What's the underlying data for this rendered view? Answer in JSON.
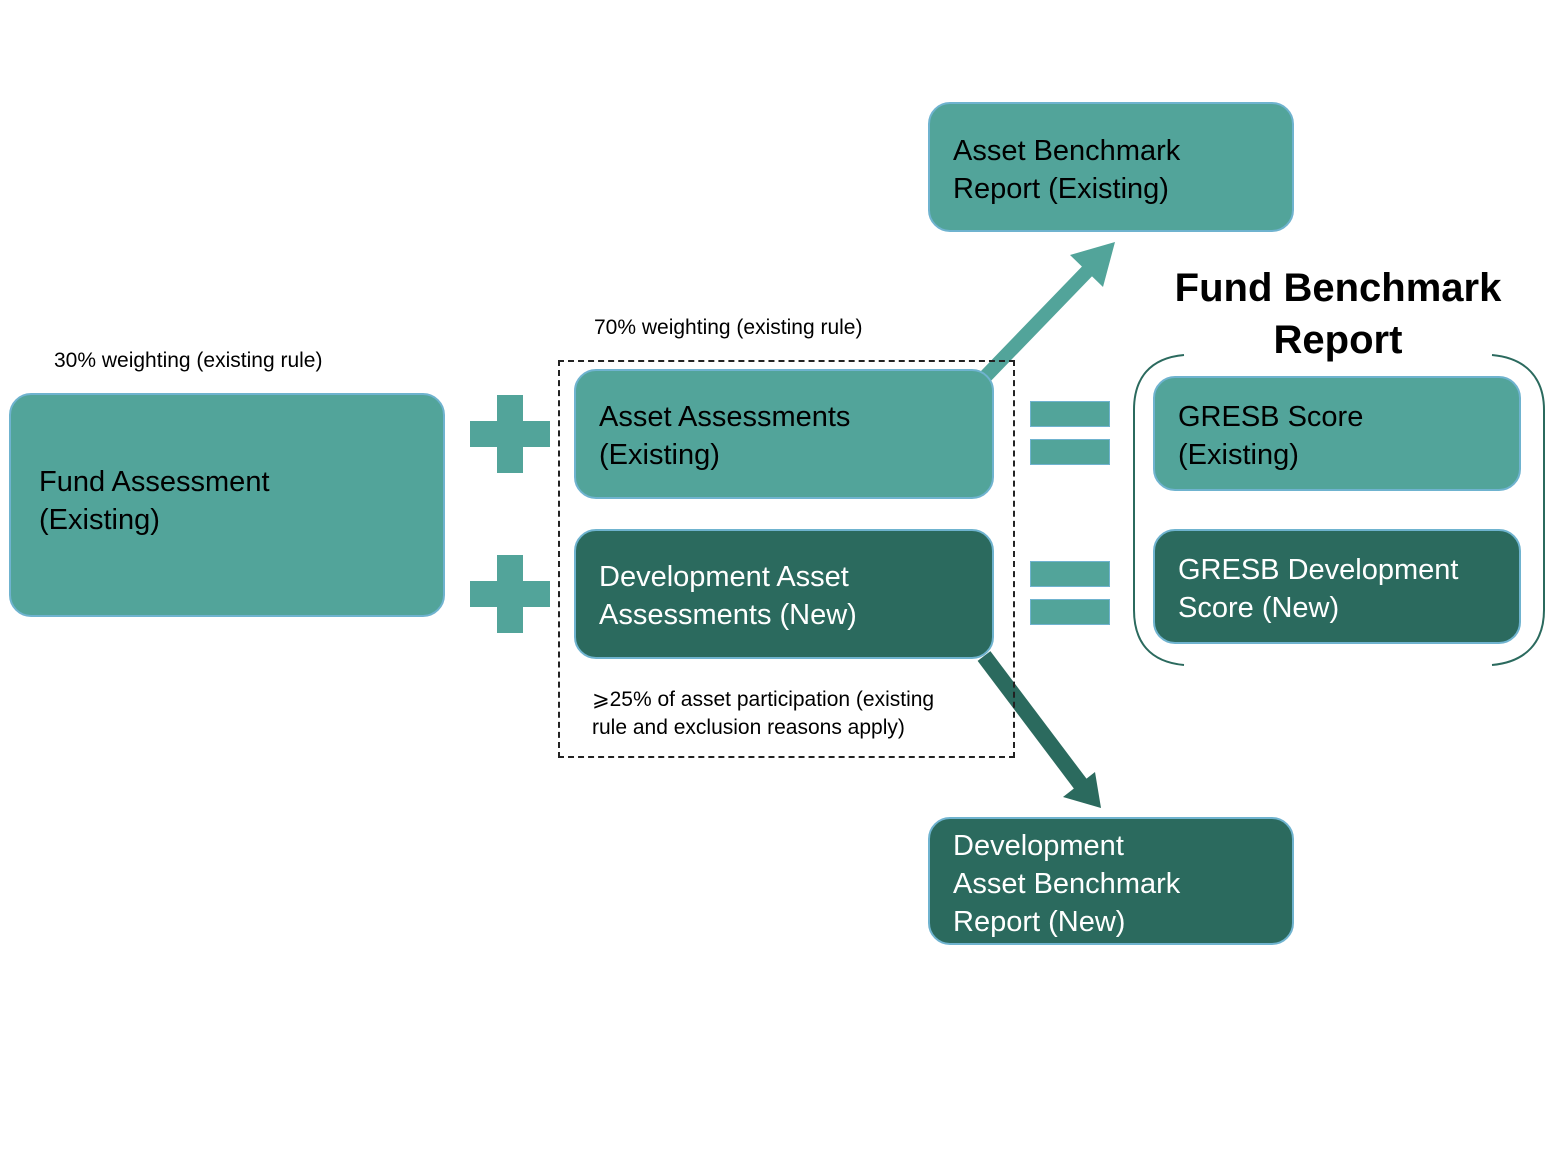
{
  "fund_assessment": {
    "lines": [
      "Fund Assessment",
      "(Existing)"
    ],
    "note": "30% weighting (existing rule)"
  },
  "asset_assessments": {
    "lines": [
      "Asset Assessments",
      "(Existing)"
    ],
    "note": "70% weighting (existing rule)"
  },
  "development_asset_assessments": {
    "lines": [
      "Development Asset",
      "Assessments (New)"
    ],
    "note_lines": [
      "⩾25% of asset participation (existing",
      "rule and exclusion reasons apply)"
    ]
  },
  "asset_benchmark_report": {
    "lines": [
      "Asset Benchmark",
      "Report (Existing)"
    ]
  },
  "development_asset_benchmark_report": {
    "lines": [
      "Development",
      "Asset Benchmark",
      "Report (New)"
    ]
  },
  "fund_benchmark_report": {
    "title_lines": [
      "Fund Benchmark",
      "Report"
    ],
    "gresb_score": {
      "lines": [
        "GRESB Score",
        "(Existing)"
      ]
    },
    "gresb_development_score": {
      "lines": [
        "GRESB Development",
        "Score (New)"
      ]
    }
  },
  "colors": {
    "teal": "#52a49a",
    "dark_teal": "#2b6a5e",
    "box_border": "#6fb3cf"
  }
}
